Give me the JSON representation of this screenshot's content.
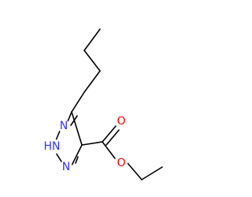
{
  "molecule": {
    "colors": {
      "bond": "#000000",
      "nitrogen": "#3333ff",
      "oxygen": "#ff0000",
      "background": "#ffffff"
    },
    "atoms": [
      {
        "id": "n1",
        "label": "N",
        "element": "N"
      },
      {
        "id": "n2",
        "label": "HN",
        "element": "N"
      },
      {
        "id": "n3",
        "label": "N",
        "element": "N"
      },
      {
        "id": "o_carbonyl",
        "label": "O",
        "element": "O"
      },
      {
        "id": "o_ester",
        "label": "O",
        "element": "O"
      }
    ]
  }
}
